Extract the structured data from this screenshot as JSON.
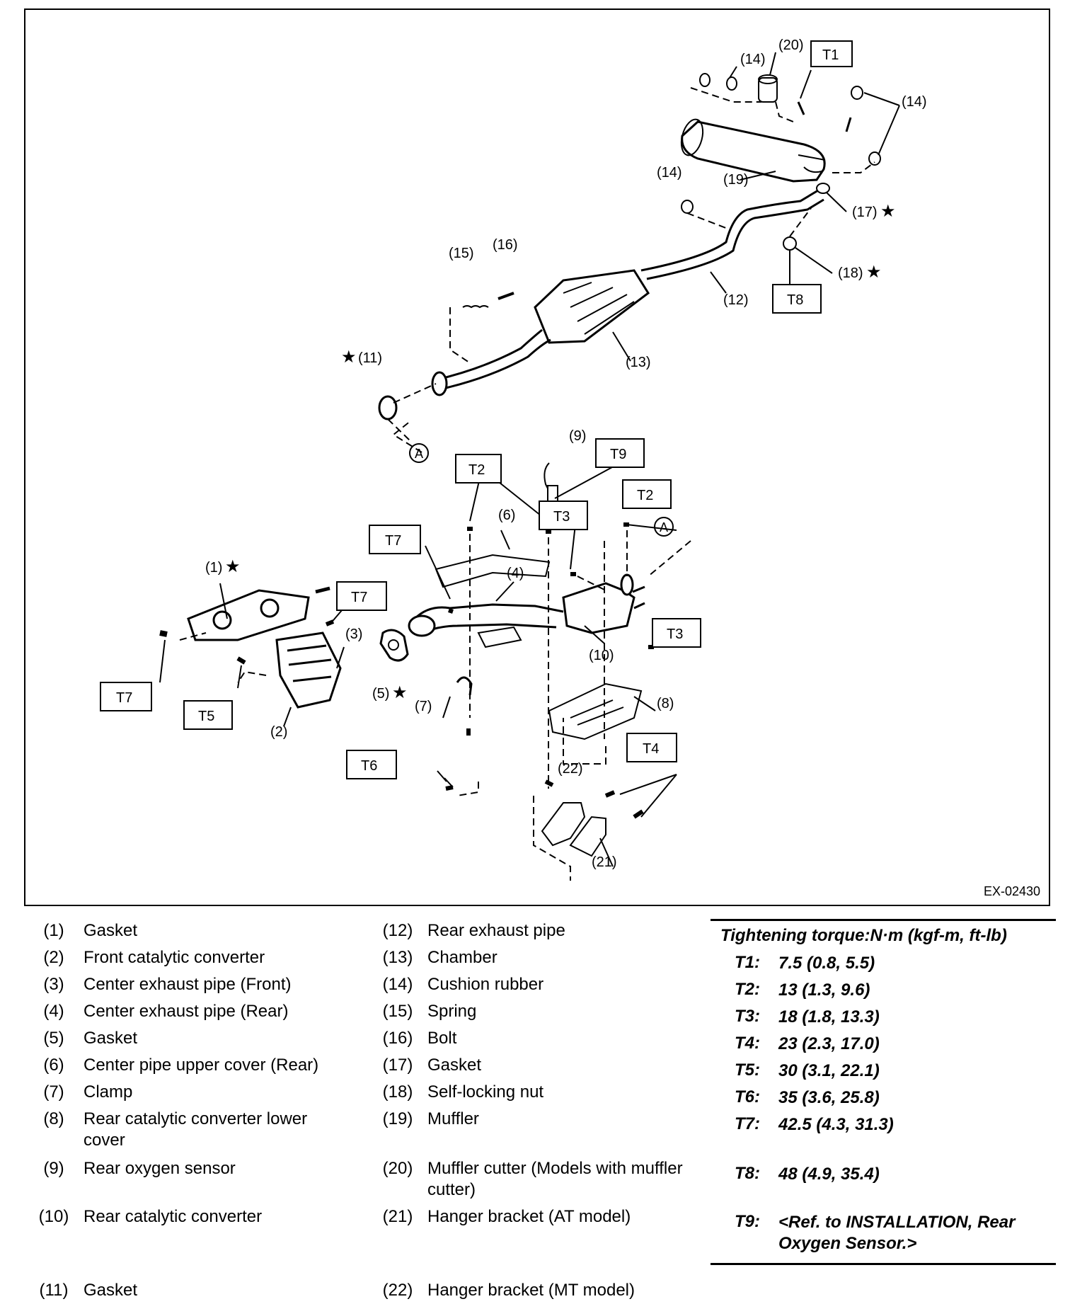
{
  "diagram": {
    "reference_code": "EX-02430",
    "callouts": {
      "c1": "(1)",
      "c2": "(2)",
      "c3": "(3)",
      "c4": "(4)",
      "c5": "(5)",
      "c6": "(6)",
      "c7": "(7)",
      "c8": "(8)",
      "c9": "(9)",
      "c10": "(10)",
      "c11": "(11)",
      "c12": "(12)",
      "c13": "(13)",
      "c14": "(14)",
      "c15": "(15)",
      "c16": "(16)",
      "c17": "(17)",
      "c18": "(18)",
      "c19": "(19)",
      "c20": "(20)",
      "c21": "(21)",
      "c22": "(22)"
    },
    "torque_labels": {
      "T1": "T1",
      "T2": "T2",
      "T3": "T3",
      "T4": "T4",
      "T5": "T5",
      "T6": "T6",
      "T7": "T7",
      "T8": "T8",
      "T9": "T9"
    },
    "joint_marker": "A",
    "star_symbol": "★"
  },
  "legend": {
    "col1": [
      {
        "num": "(1)",
        "name": "Gasket"
      },
      {
        "num": "(2)",
        "name": "Front catalytic converter"
      },
      {
        "num": "(3)",
        "name": "Center exhaust pipe (Front)"
      },
      {
        "num": "(4)",
        "name": "Center exhaust pipe (Rear)"
      },
      {
        "num": "(5)",
        "name": "Gasket"
      },
      {
        "num": "(6)",
        "name": "Center pipe upper cover (Rear)"
      },
      {
        "num": "(7)",
        "name": "Clamp"
      },
      {
        "num": "(8)",
        "name": "Rear catalytic converter lower cover"
      },
      {
        "num": "(9)",
        "name": "Rear oxygen sensor"
      },
      {
        "num": "(10)",
        "name": "Rear catalytic converter"
      },
      {
        "num": "(11)",
        "name": "Gasket"
      }
    ],
    "col2": [
      {
        "num": "(12)",
        "name": "Rear exhaust pipe"
      },
      {
        "num": "(13)",
        "name": "Chamber"
      },
      {
        "num": "(14)",
        "name": "Cushion rubber"
      },
      {
        "num": "(15)",
        "name": "Spring"
      },
      {
        "num": "(16)",
        "name": "Bolt"
      },
      {
        "num": "(17)",
        "name": "Gasket"
      },
      {
        "num": "(18)",
        "name": "Self-locking nut"
      },
      {
        "num": "(19)",
        "name": "Muffler"
      },
      {
        "num": "(20)",
        "name": "Muffler cutter (Models with muffler cutter)"
      },
      {
        "num": "(21)",
        "name": "Hanger bracket (AT model)"
      },
      {
        "num": "(22)",
        "name": "Hanger bracket (MT model)"
      }
    ]
  },
  "torque": {
    "title": "Tightening torque:N·m (kgf-m, ft-lb)",
    "items": [
      {
        "key": "T1:",
        "value": "7.5 (0.8, 5.5)"
      },
      {
        "key": "T2:",
        "value": "13 (1.3, 9.6)"
      },
      {
        "key": "T3:",
        "value": "18 (1.8, 13.3)"
      },
      {
        "key": "T4:",
        "value": "23 (2.3, 17.0)"
      },
      {
        "key": "T5:",
        "value": "30 (3.1, 22.1)"
      },
      {
        "key": "T6:",
        "value": "35 (3.6, 25.8)"
      },
      {
        "key": "T7:",
        "value": "42.5 (4.3, 31.3)"
      },
      {
        "key": "T8:",
        "value": "48 (4.9, 35.4)"
      },
      {
        "key": "T9:",
        "value": "<Ref. to INSTALLATION, Rear Oxygen Sensor.>"
      }
    ]
  }
}
